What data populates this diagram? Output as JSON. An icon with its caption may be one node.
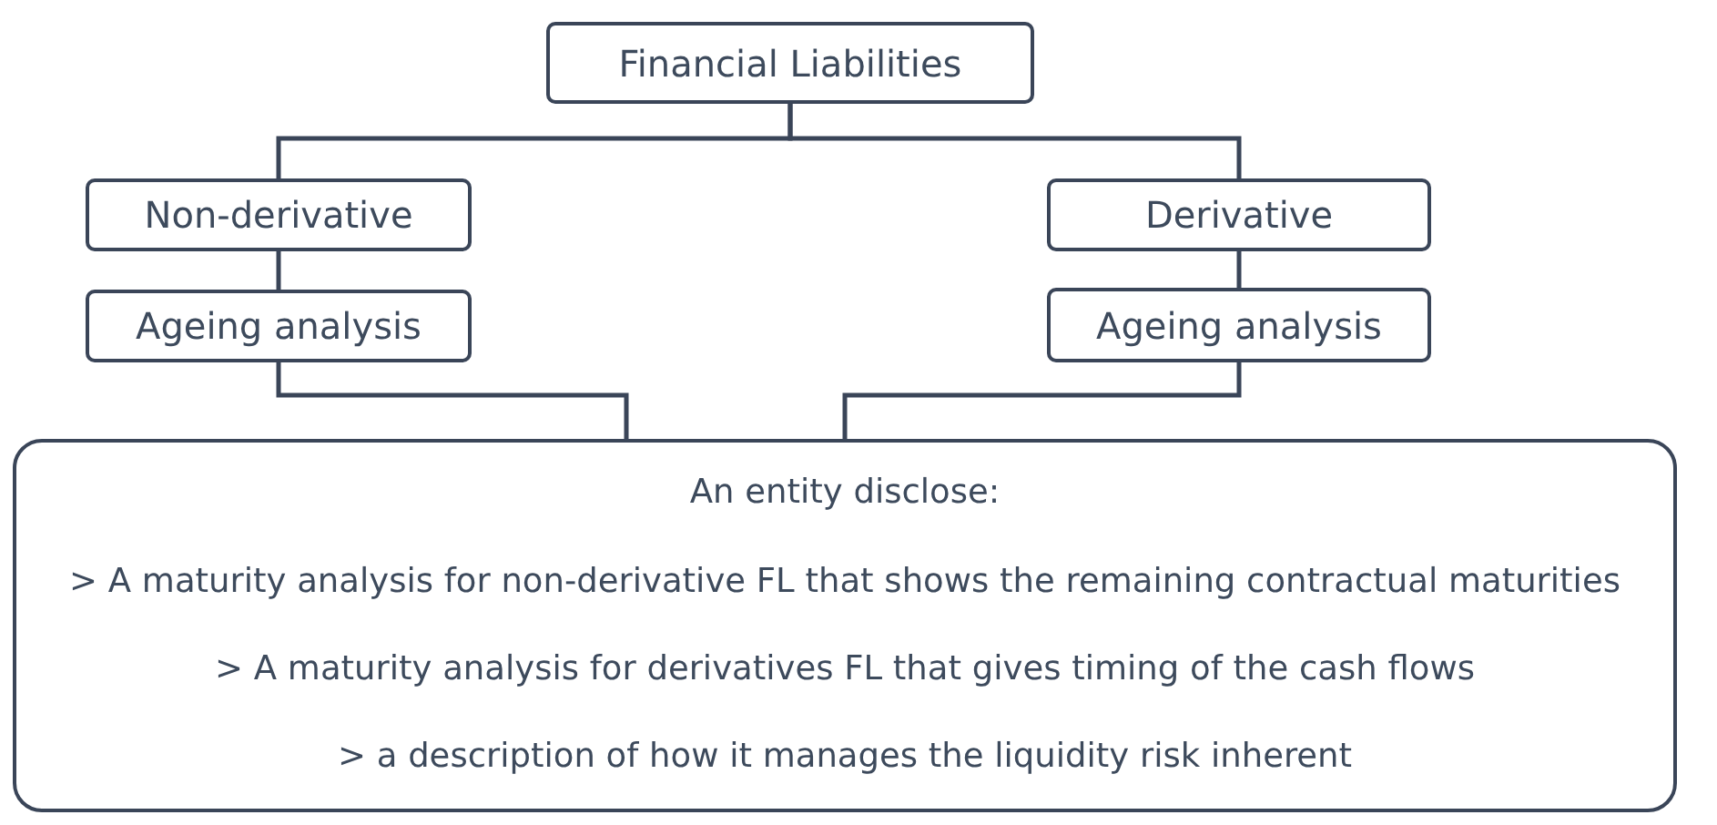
{
  "diagram": {
    "nodes": [
      {
        "text": [
          "Financial Liabilities"
        ]
      },
      {
        "text": [
          "Non-derivative"
        ]
      },
      {
        "text": [
          "Ageing analysis"
        ]
      },
      {
        "text": [
          "Derivative"
        ]
      },
      {
        "text": [
          "Ageing analysis"
        ]
      },
      {
        "text": [
          "An entity disclose:",
          "> A maturity analysis for non-derivative FL that shows the remaining contractual maturities",
          "> A maturity analysis for derivatives FL that gives timing of the cash flows",
          "> a description of how it manages the liquidity risk inherent"
        ]
      }
    ],
    "edges": [
      {
        "from": 0,
        "to": 1,
        "arrow": "none"
      },
      {
        "from": 0,
        "to": 3,
        "arrow": "none"
      },
      {
        "from": 1,
        "to": 2,
        "arrow": "none"
      },
      {
        "from": 3,
        "to": 4,
        "arrow": "none"
      },
      {
        "from": 2,
        "to": 5,
        "arrow": "none"
      },
      {
        "from": 4,
        "to": 5,
        "arrow": "none"
      }
    ]
  }
}
